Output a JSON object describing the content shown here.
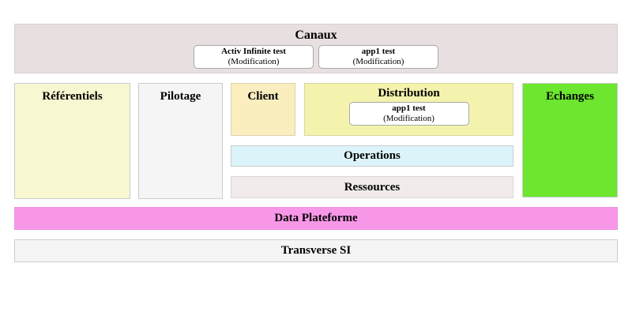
{
  "colors": {
    "canaux_bg": "#e8e0e0",
    "referentiels_bg": "#f7f7d1",
    "pilotage_bg": "#f5f5f5",
    "client_bg": "#faeebe",
    "distribution_bg": "#f3f3ae",
    "echanges_bg": "#6ce62e",
    "operations_bg": "#dcf4f9",
    "ressources_bg": "#f1ebeb",
    "data_plateforme_bg": "#f897e8",
    "transverse_bg": "#f5f5f5",
    "card_bg": "#ffffff"
  },
  "canaux": {
    "title": "Canaux",
    "apps": [
      {
        "name": "Activ Infinite test",
        "status": "(Modification)"
      },
      {
        "name": "app1 test",
        "status": "(Modification)"
      }
    ]
  },
  "referentiels": {
    "title": "Référentiels"
  },
  "pilotage": {
    "title": "Pilotage"
  },
  "client": {
    "title": "Client"
  },
  "distribution": {
    "title": "Distribution",
    "apps": [
      {
        "name": "app1 test",
        "status": "(Modification)"
      }
    ]
  },
  "echanges": {
    "title": "Echanges"
  },
  "operations": {
    "title": "Operations"
  },
  "ressources": {
    "title": "Ressources"
  },
  "data_plateforme": {
    "title": "Data Plateforme"
  },
  "transverse_si": {
    "title": "Transverse SI"
  }
}
